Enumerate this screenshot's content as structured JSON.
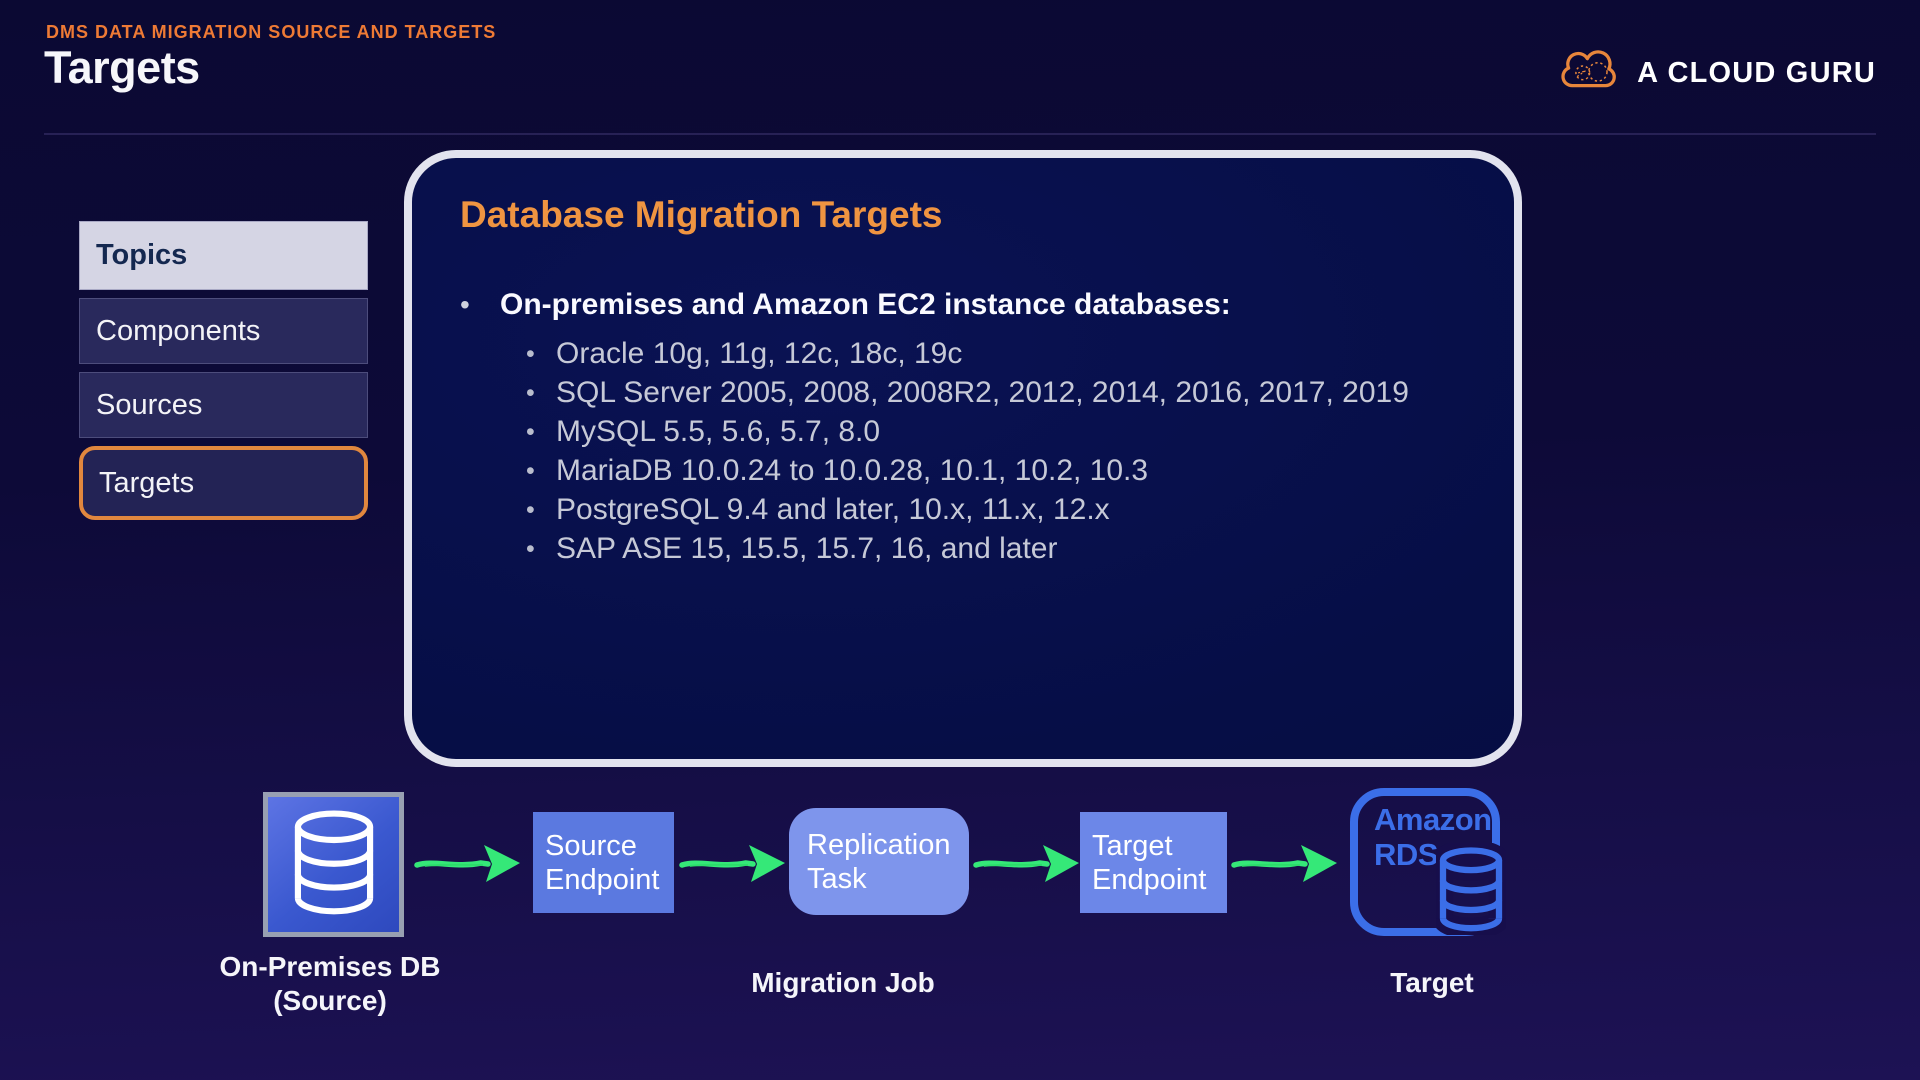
{
  "header": {
    "eyebrow": "DMS DATA MIGRATION SOURCE AND TARGETS",
    "title": "Targets",
    "brand_name": "A CLOUD GURU"
  },
  "sidebar": {
    "header_label": "Topics",
    "items": [
      {
        "label": "Components",
        "active": false
      },
      {
        "label": "Sources",
        "active": false
      },
      {
        "label": "Targets",
        "active": true
      }
    ]
  },
  "panel": {
    "title": "Database Migration Targets",
    "bullet_heading": "On-premises and Amazon EC2 instance databases:",
    "sub_bullets": [
      "Oracle 10g, 11g, 12c, 18c, 19c",
      "SQL Server 2005, 2008, 2008R2, 2012, 2014, 2016, 2017, 2019",
      "MySQL 5.5, 5.6, 5.7, 8.0",
      "MariaDB 10.0.24 to 10.0.28, 10.1, 10.2, 10.3",
      "PostgreSQL 9.4 and later, 10.x, 11.x, 12.x",
      "SAP ASE 15, 15.5, 15.7, 16, and later"
    ]
  },
  "diagram": {
    "source_node": {
      "label_line1": "On-Premises DB",
      "label_line2": "(Source)"
    },
    "source_endpoint_label": "Source Endpoint",
    "replication_task_label": "Replication Task",
    "target_endpoint_label": "Target Endpoint",
    "rds": {
      "line1": "Amazon",
      "line2": "RDS"
    },
    "migration_job_label": "Migration Job",
    "target_label": "Target"
  },
  "colors": {
    "accent_orange": "#ee7a35",
    "heading_orange": "#ef9441",
    "active_outline_orange": "#e1873e",
    "arrow_green": "#35e878",
    "endpoint_blue": "#5b79e0",
    "replication_blue": "#7e95ec",
    "rds_blue": "#3b6ee8",
    "panel_border": "#e2e3ee",
    "background_top": "#0b0933",
    "background_bottom": "#1d1254"
  }
}
